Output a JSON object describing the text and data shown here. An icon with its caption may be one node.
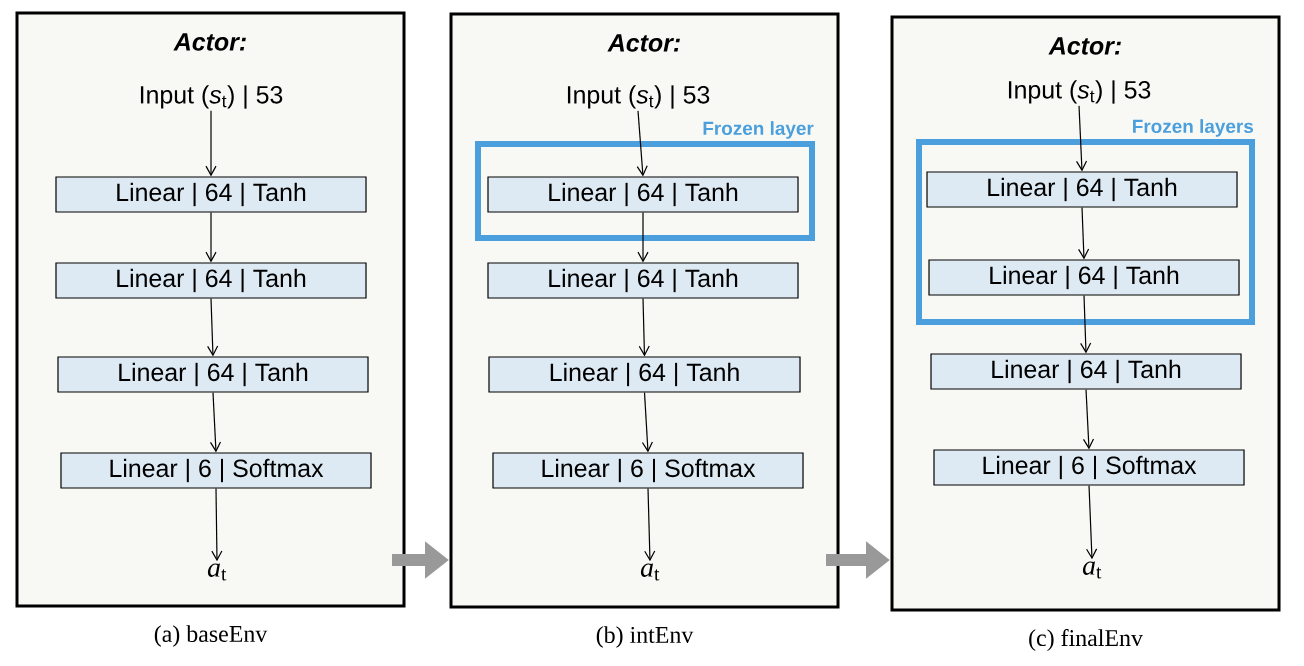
{
  "diagram": {
    "nodes": [
      {
        "text": [
          "Actor:"
        ],
        "beside": [
          "(a) baseEnv"
        ]
      },
      {
        "text": [
          "Input (*s*$_{t}$) | 53"
        ],
        "in": 0
      },
      {
        "text": [
          "Linear | 64 | Tanh"
        ],
        "in": 0
      },
      {
        "text": [
          "Linear | 64 | Tanh"
        ],
        "in": 0
      },
      {
        "text": [
          "Linear | 64 | Tanh"
        ],
        "in": 0
      },
      {
        "text": [
          "Linear | 6 | Softmax"
        ],
        "in": 0
      },
      {
        "text": [
          "*a*$_{t}$"
        ],
        "in": 0
      },
      {
        "text": [
          "Actor:"
        ],
        "beside": [
          "(b) intEnv"
        ]
      },
      {
        "text": [
          "Input (*s*$_{t}$) | 53"
        ],
        "in": 7
      },
      {
        "text": [
          "Frozen layer"
        ],
        "in": 7
      },
      {
        "text": [
          "Linear | 64 | Tanh"
        ],
        "in": 9
      },
      {
        "text": [
          "Linear | 64 | Tanh"
        ],
        "in": 7
      },
      {
        "text": [
          "Linear | 64 | Tanh"
        ],
        "in": 7
      },
      {
        "text": [
          "Linear | 6 | Softmax"
        ],
        "in": 7
      },
      {
        "text": [
          "*a*$_{t}$"
        ],
        "in": 7
      },
      {
        "text": [
          "Actor:"
        ],
        "beside": [
          "(c) finalEnv"
        ]
      },
      {
        "text": [
          "Input (*s*$_{t}$) | 53"
        ],
        "in": 15
      },
      {
        "text": [
          "Frozen layers"
        ],
        "in": 15
      },
      {
        "text": [
          "Linear | 64 | Tanh"
        ],
        "in": 17
      },
      {
        "text": [
          "Linear | 64 | Tanh"
        ],
        "in": 17
      },
      {
        "text": [
          "Linear | 64 | Tanh"
        ],
        "in": 15
      },
      {
        "text": [
          "Linear | 6 | Softmax"
        ],
        "in": 15
      },
      {
        "text": [
          "*a*$_{t}$"
        ],
        "in": 15
      }
    ],
    "edges": [
      {
        "from": 1,
        "to": 2,
        "arrow": "to"
      },
      {
        "from": 2,
        "to": 3,
        "arrow": "to"
      },
      {
        "from": 3,
        "to": 4,
        "arrow": "to"
      },
      {
        "from": 4,
        "to": 5,
        "arrow": "to"
      },
      {
        "from": 5,
        "to": 6,
        "arrow": "to"
      },
      {
        "from": 8,
        "to": 10,
        "arrow": "to"
      },
      {
        "from": 10,
        "to": 11,
        "arrow": "to"
      },
      {
        "from": 11,
        "to": 12,
        "arrow": "to"
      },
      {
        "from": 12,
        "to": 13,
        "arrow": "to"
      },
      {
        "from": 13,
        "to": 14,
        "arrow": "to"
      },
      {
        "from": 16,
        "to": 18,
        "arrow": "to"
      },
      {
        "from": 18,
        "to": 19,
        "arrow": "to"
      },
      {
        "from": 19,
        "to": 20,
        "arrow": "to"
      },
      {
        "from": 20,
        "to": 21,
        "arrow": "to"
      },
      {
        "from": 21,
        "to": 22,
        "arrow": "to"
      },
      {
        "from": 0,
        "to": 7,
        "arrow": "to",
        "style": "thick",
        "color": "#999999"
      },
      {
        "from": 7,
        "to": 15,
        "arrow": "to",
        "style": "thick",
        "color": "#999999"
      }
    ]
  }
}
